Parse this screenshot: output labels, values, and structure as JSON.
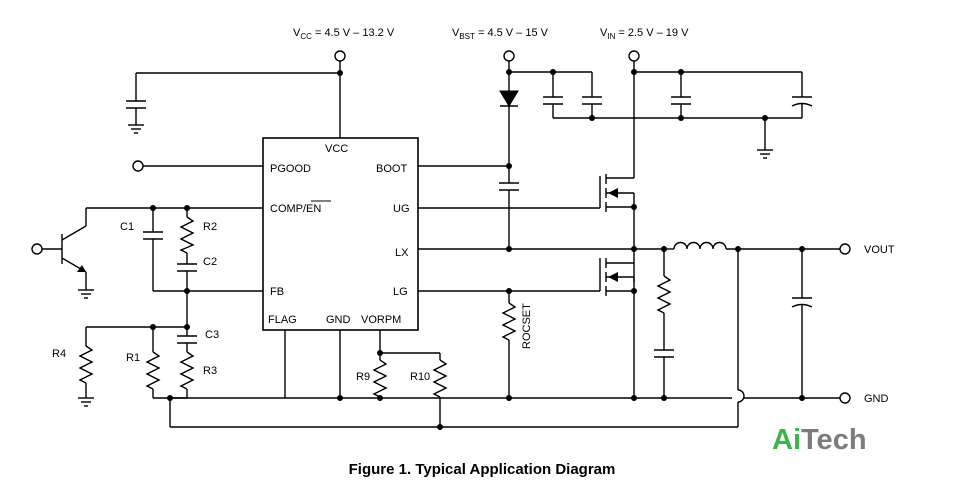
{
  "title": "Figure 1. Typical Application Diagram",
  "supplies": {
    "vcc": {
      "main": "V",
      "sub": "CC",
      "value": " = 4.5 V – 13.2 V"
    },
    "vbst": {
      "main": "V",
      "sub": "BST",
      "value": " = 4.5 V – 15 V"
    },
    "vin": {
      "main": "V",
      "sub": "IN",
      "value": " = 2.5 V – 19 V"
    }
  },
  "ic_pins": {
    "vcc": "VCC",
    "pgood": "PGOOD",
    "boot": "BOOT",
    "comp_en": "COMP/EN",
    "ug": "UG",
    "lx": "LX",
    "fb": "FB",
    "lg": "LG",
    "flag": "FLAG",
    "gnd": "GND",
    "vorpm": "VORPM"
  },
  "components": {
    "c1": "C1",
    "c2": "C2",
    "c3": "C3",
    "r1": "R1",
    "r2": "R2",
    "r3": "R3",
    "r4": "R4",
    "r9": "R9",
    "r10": "R10",
    "rocset": "ROCSET"
  },
  "outputs": {
    "vout": "VOUT",
    "gnd": "GND"
  },
  "logo": {
    "part1": "Ai",
    "part2": "Tech",
    "accent_color": "#3db54a",
    "text_color": "#7c7c7c"
  }
}
